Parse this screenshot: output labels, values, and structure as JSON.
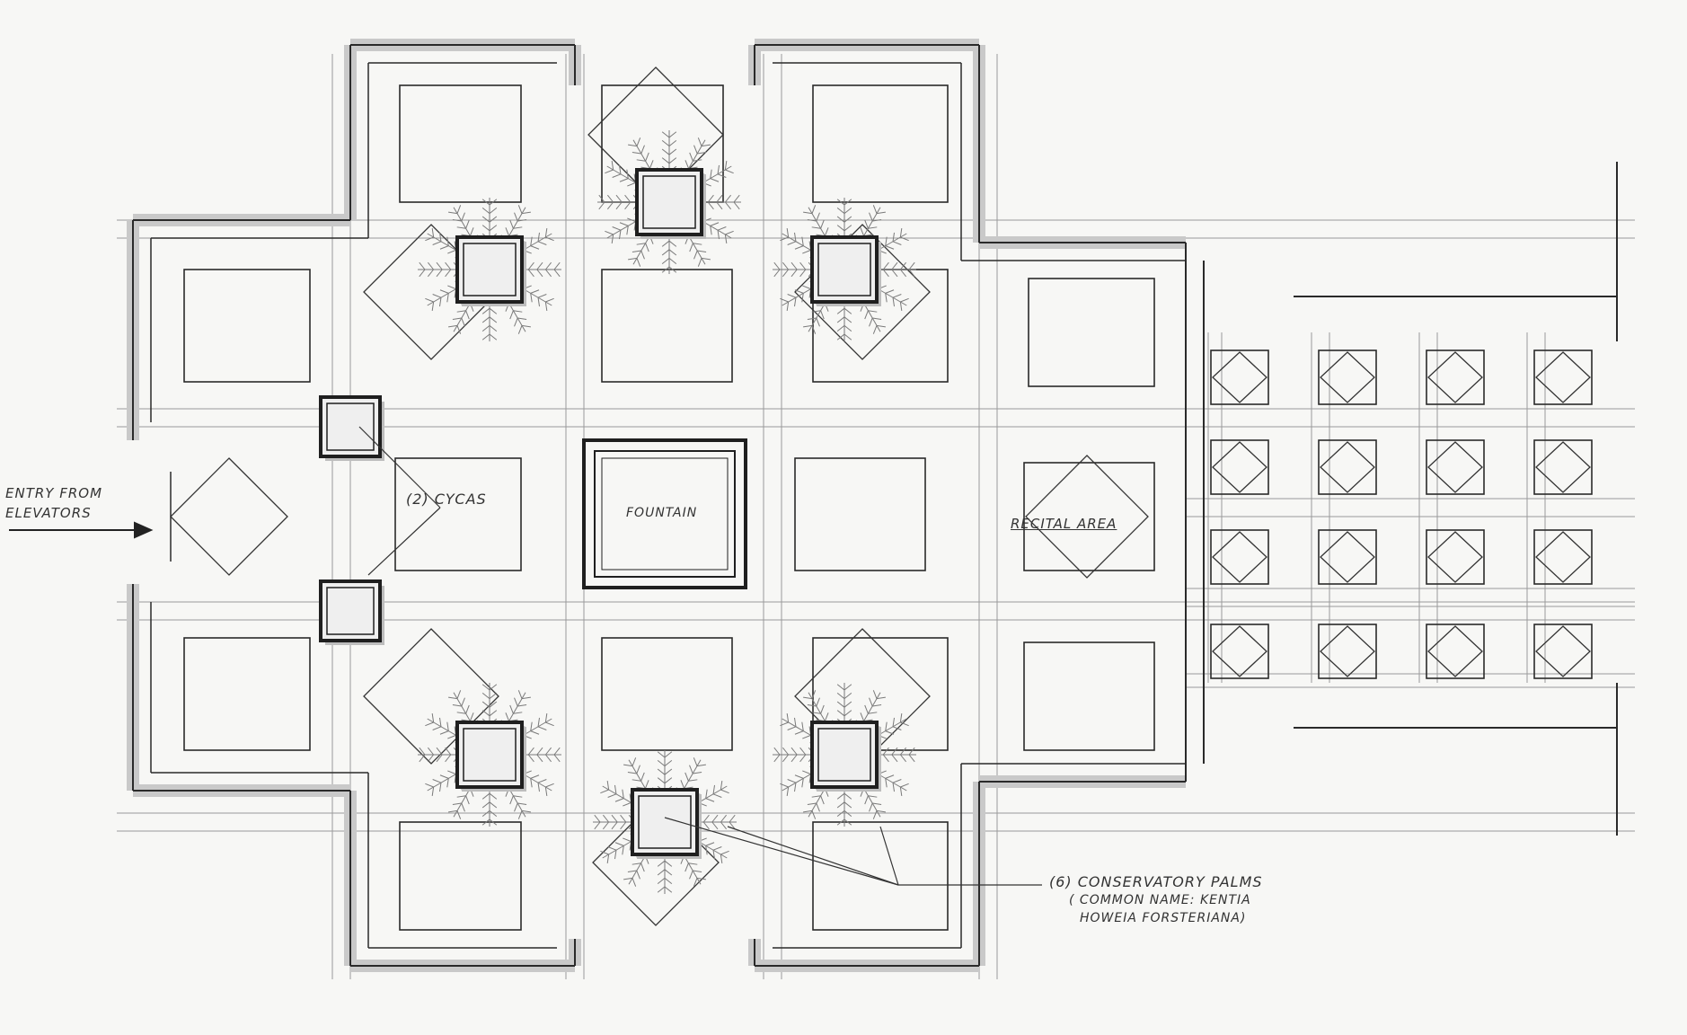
{
  "labels": {
    "entry_line1": "ENTRY FROM",
    "entry_line2": "ELEVATORS",
    "cycas": "(2) CYCAS",
    "fountain": "FOUNTAIN",
    "recital": "RECITAL AREA",
    "palms_line1": "(6) CONSERVATORY PALMS",
    "palms_line2": "( COMMON NAME: KENTIA",
    "palms_line3": "HOWEIA FORSTERIANA)"
  },
  "colors": {
    "ink": "#2a2a2a",
    "wall_fill": "#c9c9c9",
    "paper": "#f7f7f5",
    "fern": "#7a7a7a"
  },
  "icons": [
    "arrow-icon",
    "fern-icon",
    "planter-icon"
  ]
}
